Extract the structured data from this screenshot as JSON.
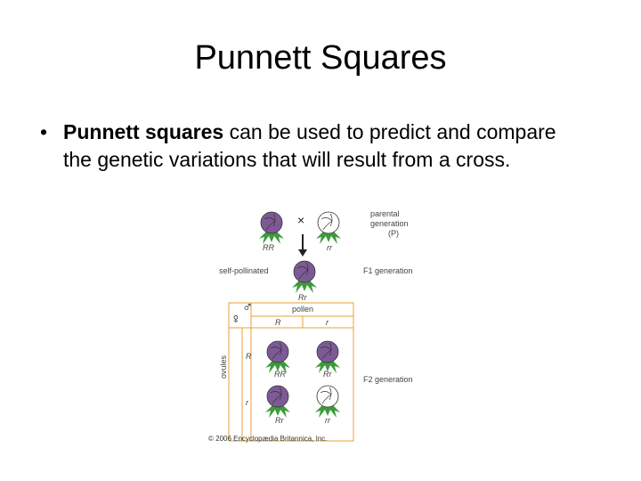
{
  "slide": {
    "title": "Punnett Squares",
    "bullet": {
      "bold": "Punnett squares",
      "line1_rest": " can be used to predict and compare",
      "line2": "the genetic variations that will result from a cross."
    }
  },
  "figure": {
    "parental_label_1": "parental",
    "parental_label_2": "generation",
    "parental_label_3": "(P)",
    "parent1_genotype": "RR",
    "parent2_genotype": "rr",
    "cross_symbol": "×",
    "self_pollinated": "self-pollinated",
    "f1_label": "F1 generation",
    "f1_genotype": "Rr",
    "pollen_label": "pollen",
    "male_symbol": "♂",
    "female_symbol": "♀",
    "ovules_label": "ovules",
    "col_alleles": [
      "R",
      "r"
    ],
    "row_alleles": [
      "R",
      "r"
    ],
    "cells": [
      "RR",
      "Rr",
      "Rr",
      "rr"
    ],
    "f2_label": "F2 generation",
    "copyright": "© 2006 Encyclopædia Britannica, Inc.",
    "colors": {
      "purple_flower": "#7d5a96",
      "white_flower": "#ffffff",
      "leaf_green": "#3f9a3c",
      "grid_orange": "#e8a23a"
    }
  }
}
